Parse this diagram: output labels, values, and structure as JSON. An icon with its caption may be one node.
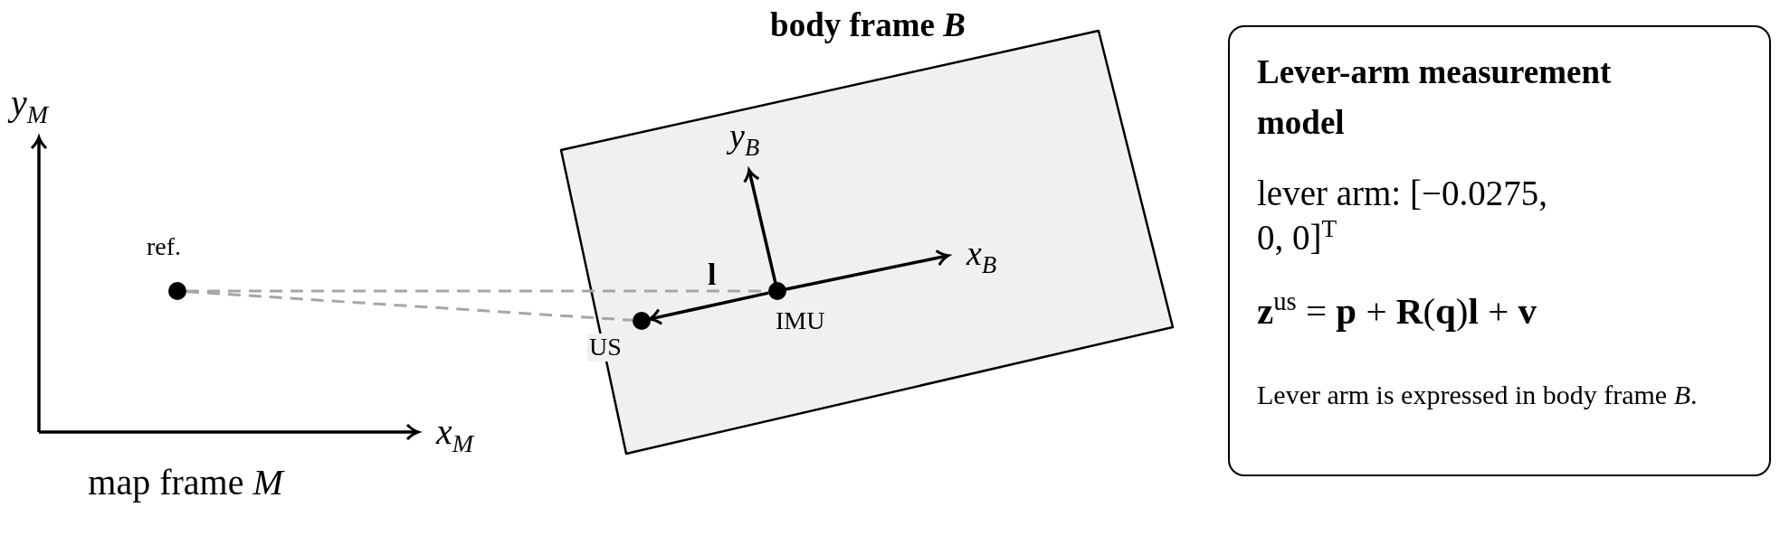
{
  "diagram": {
    "nodes": [
      {
        "text": [
          "body frame *B*"
        ]
      },
      {
        "text": [
          "ref."
        ]
      },
      {
        "text": [
          "IMU"
        ],
        "in": 0
      },
      {
        "text": [
          "US"
        ],
        "in": 0
      },
      {
        "text": [
          "Lever-arm measurement model",
          "lever arm: [−0.0275, 0, 0]$^{T}$",
          "**z**$^{us}$ = **p** + **R**(**q**)**l** + **v**",
          "Lever arm is expressed in body frame *B*."
        ]
      }
    ],
    "edges": [
      {
        "from": 2,
        "to": 3,
        "arrow": "to",
        "label": "l",
        "color": "#000000"
      },
      {
        "from": 1,
        "to": 2,
        "arrow": "none",
        "style": "dashed"
      },
      {
        "from": 1,
        "to": 3,
        "arrow": "none",
        "style": "dashed"
      }
    ],
    "labels": [
      "y$_{M}$",
      "y$_{B}$",
      "x$_{B}$",
      "x$_{M}$",
      "map frame *M*"
    ]
  }
}
